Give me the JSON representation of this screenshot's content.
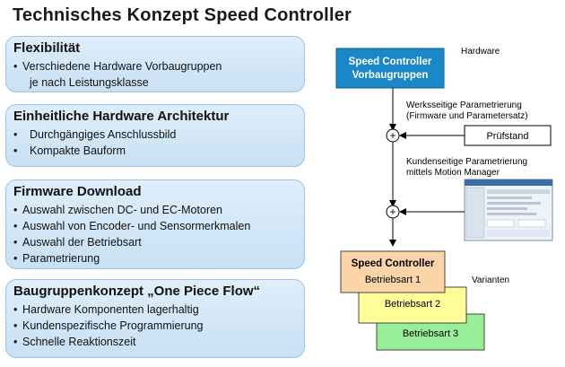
{
  "title": "Technisches Konzept Speed Controller",
  "panels": [
    {
      "heading": "Flexibilität",
      "items": [
        "Verschiedene Hardware Vorbaugruppen",
        "je nach Leistungsklasse"
      ]
    },
    {
      "heading": "Einheitliche Hardware Architektur",
      "items": [
        "Durchgängiges Anschlussbild",
        "Kompakte Bauform"
      ]
    },
    {
      "heading": "Firmware Download",
      "items": [
        "Auswahl zwischen DC- und EC-Motoren",
        "Auswahl von Encoder- und Sensormerkmalen",
        "Auswahl der Betriebsart",
        "Parametrierung"
      ]
    },
    {
      "heading": "Baugruppenkonzept „One Piece Flow“",
      "items": [
        "Hardware Komponenten lagerhaltig",
        "Kundenspezifische Programmierung",
        "Schnelle Reaktionszeit"
      ]
    }
  ],
  "diagram": {
    "top_box": [
      "Speed Controller",
      "Vorbaugruppen"
    ],
    "hardware_label": "Hardware",
    "factory_label": [
      "Werksseitige Parametrierung",
      "(Firmware und Parametersatz)"
    ],
    "test_bench": "Prüfstand",
    "customer_label": [
      "Kundenseitige Parametrierung",
      "mittels Motion Manager"
    ],
    "controller_title": "Speed Controller",
    "modes": [
      "Betriebsart 1",
      "Betriebsart 2",
      "Betriebsart 3"
    ],
    "variants_label": "Varianten",
    "colors": {
      "top_box": "#1a87c9",
      "mode1": "#fbd4a8",
      "mode2": "#ffff99",
      "mode3": "#99ee99",
      "panel": "#c8e1f4"
    }
  }
}
